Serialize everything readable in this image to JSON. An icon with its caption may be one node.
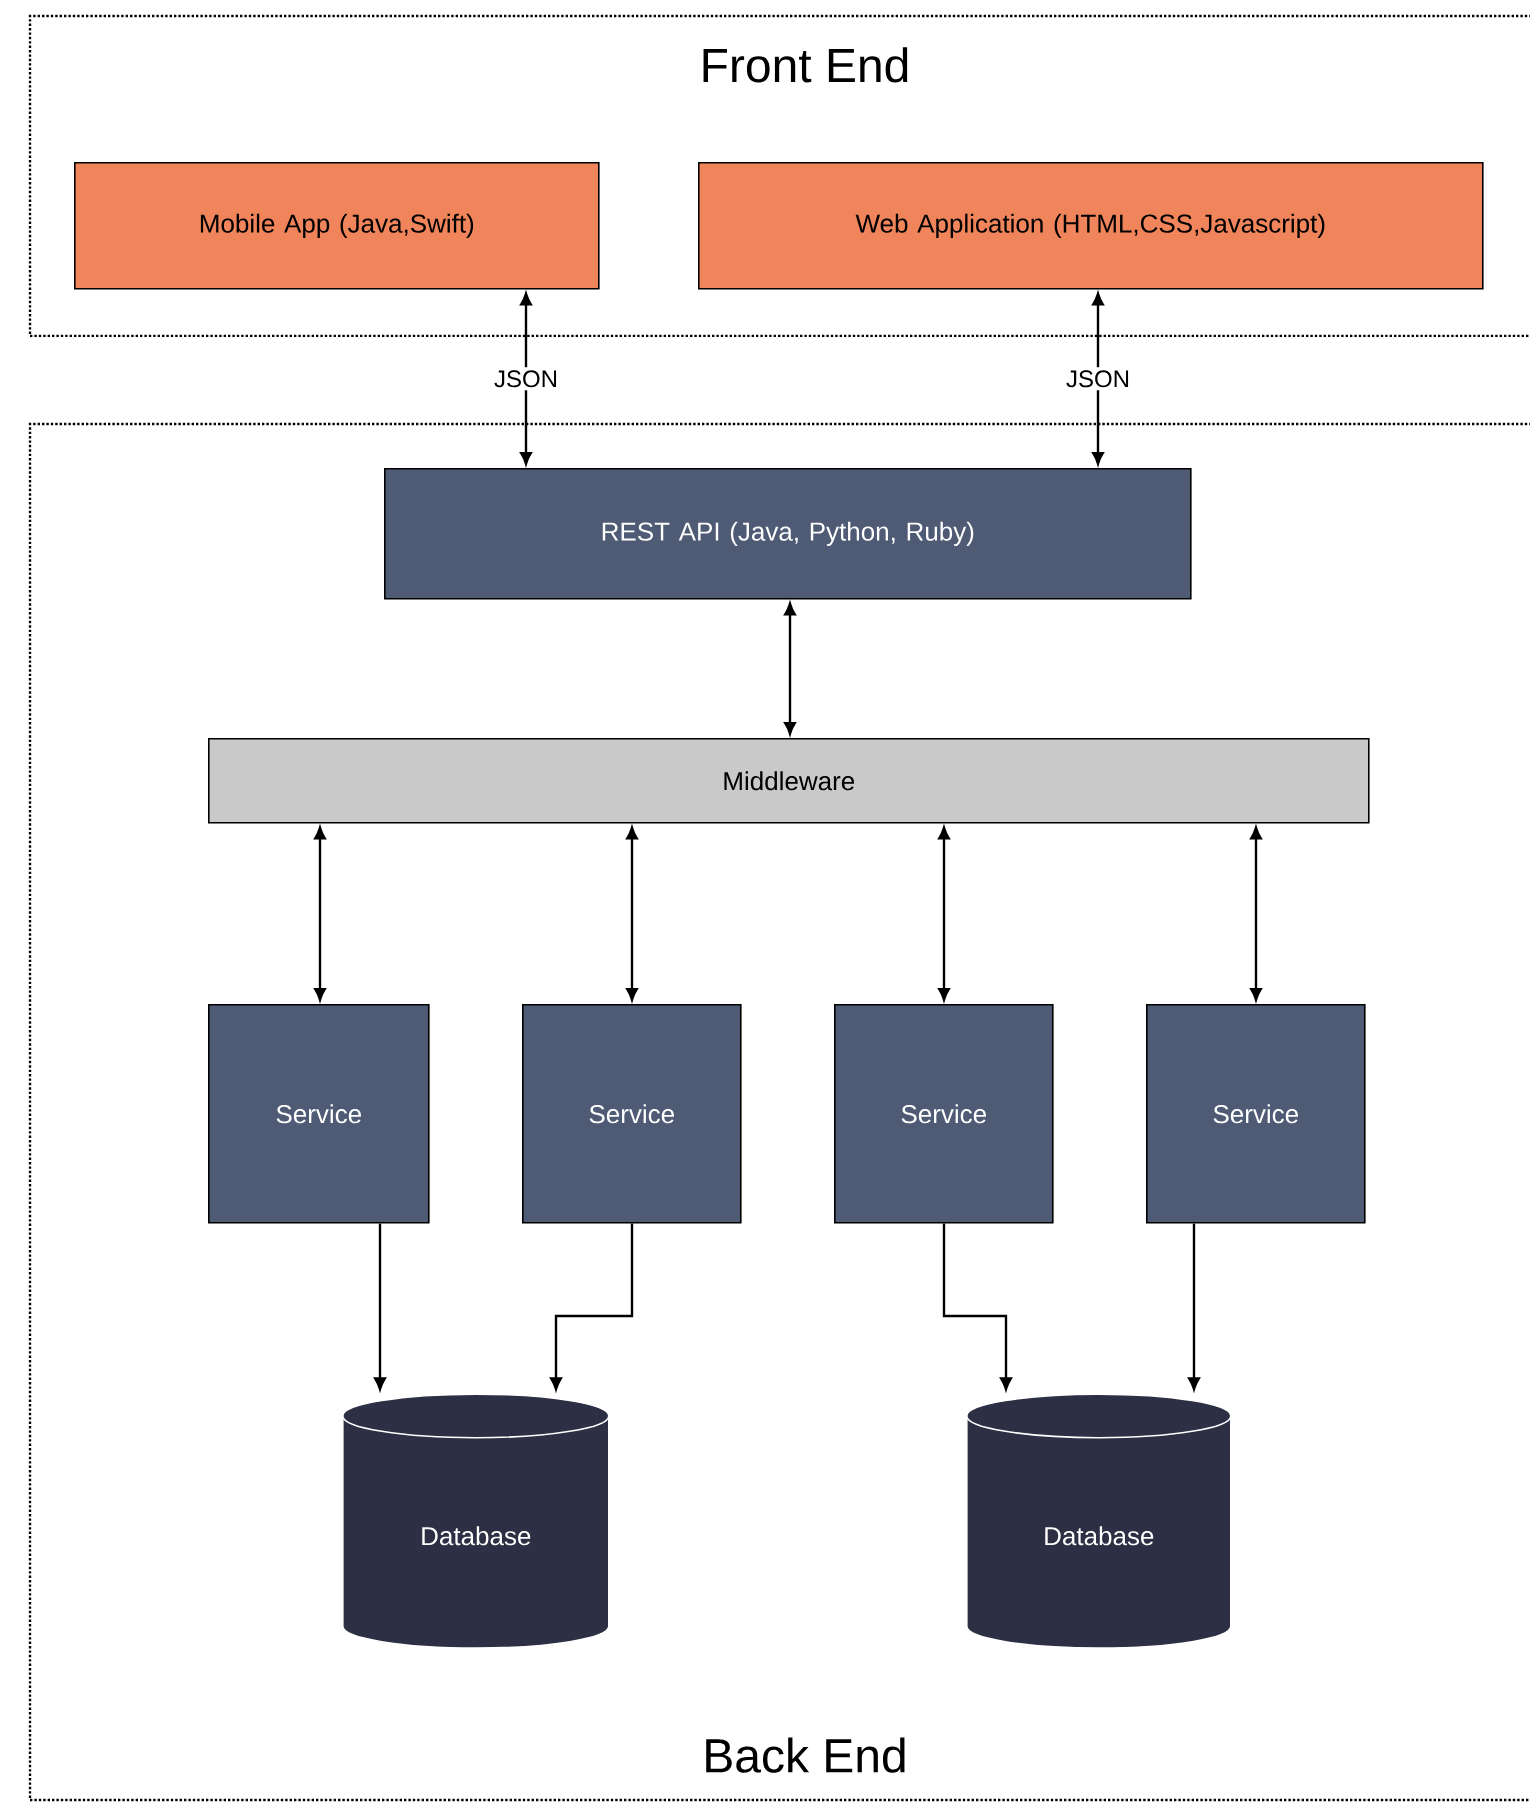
{
  "diagram": {
    "nodes": [
      {
        "text": [
          "Front End"
        ]
      },
      {
        "text": [
          "Mobile App (Java,Swift)"
        ],
        "in": 0
      },
      {
        "text": [
          "Web Application (HTML,CSS,Javascript)"
        ],
        "in": 0
      },
      {
        "text": [
          "Back End"
        ]
      },
      {
        "text": [
          "REST API (Java, Python, Ruby)"
        ],
        "in": 3
      },
      {
        "text": [
          "Middleware"
        ],
        "in": 3
      },
      {
        "text": [
          "Service"
        ],
        "in": 3
      },
      {
        "text": [
          "Service"
        ],
        "in": 3
      },
      {
        "text": [
          "Service"
        ],
        "in": 3
      },
      {
        "text": [
          "Service"
        ],
        "in": 3
      },
      {
        "text": [
          "Database"
        ],
        "in": 3
      },
      {
        "text": [
          "Database"
        ],
        "in": 3
      }
    ],
    "edges": [
      {
        "from": 1,
        "to": 4,
        "arrow": "both",
        "label": "JSON"
      },
      {
        "from": 2,
        "to": 4,
        "arrow": "both",
        "label": "JSON"
      },
      {
        "from": 4,
        "to": 5,
        "arrow": "both"
      },
      {
        "from": 5,
        "to": 6,
        "arrow": "both"
      },
      {
        "from": 5,
        "to": 7,
        "arrow": "both"
      },
      {
        "from": 5,
        "to": 8,
        "arrow": "both"
      },
      {
        "from": 5,
        "to": 9,
        "arrow": "both"
      },
      {
        "from": 6,
        "to": 10,
        "arrow": "to"
      },
      {
        "from": 7,
        "to": 10,
        "arrow": "to"
      },
      {
        "from": 8,
        "to": 11,
        "arrow": "to"
      },
      {
        "from": 9,
        "to": 11,
        "arrow": "to"
      }
    ]
  }
}
